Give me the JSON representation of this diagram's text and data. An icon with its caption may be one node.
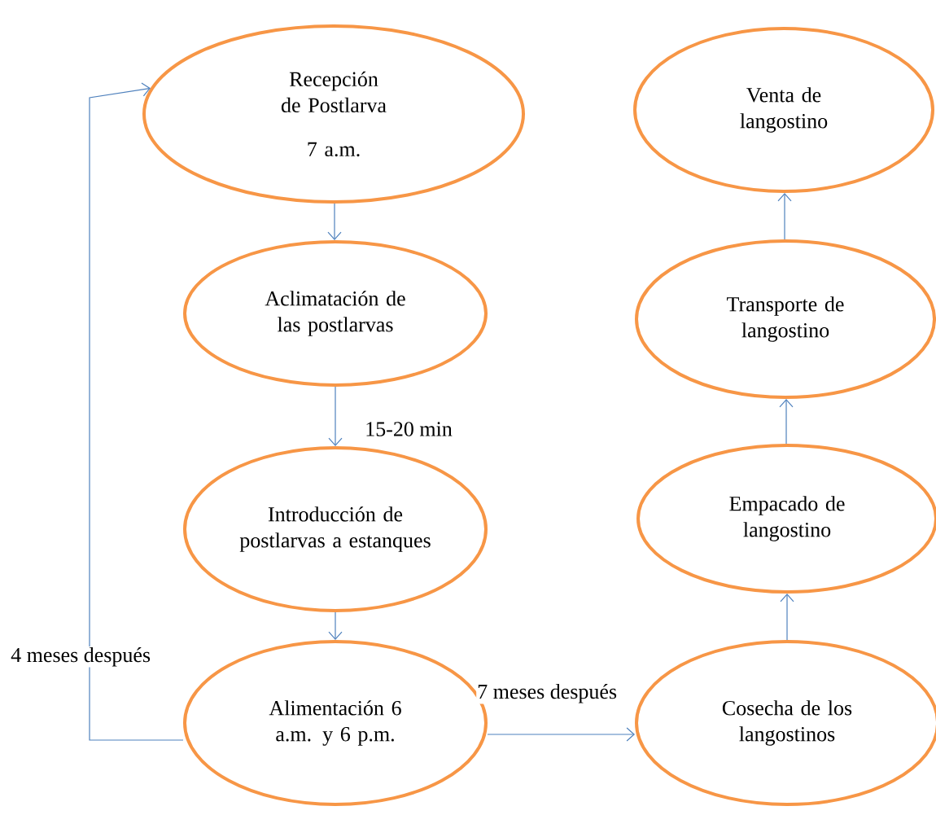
{
  "diagram": {
    "nodes": [
      {
        "text": [
          "Recepción de Postlarva",
          "7 a.m."
        ]
      },
      {
        "text": [
          "Aclimatación de las postlarvas"
        ]
      },
      {
        "text": [
          "Introducción de postlarvas a estanques"
        ]
      },
      {
        "text": [
          "Alimentación 6 a.m. y 6 p.m."
        ]
      },
      {
        "text": [
          "Cosecha de los langostinos"
        ]
      },
      {
        "text": [
          "Empacado de langostino"
        ]
      },
      {
        "text": [
          "Transporte de langostino"
        ]
      },
      {
        "text": [
          "Venta de langostino"
        ]
      }
    ],
    "edges": [
      {
        "from": 0,
        "to": 1,
        "arrow": "to"
      },
      {
        "from": 1,
        "to": 2,
        "arrow": "to",
        "label": "15-20 min"
      },
      {
        "from": 2,
        "to": 3,
        "arrow": "to"
      },
      {
        "from": 3,
        "to": 0,
        "arrow": "to",
        "label": "4 meses después"
      },
      {
        "from": 3,
        "to": 4,
        "arrow": "to",
        "label": "7 meses después"
      },
      {
        "from": 4,
        "to": 5,
        "arrow": "to"
      },
      {
        "from": 5,
        "to": 6,
        "arrow": "to"
      },
      {
        "from": 6,
        "to": 7,
        "arrow": "to"
      }
    ]
  }
}
